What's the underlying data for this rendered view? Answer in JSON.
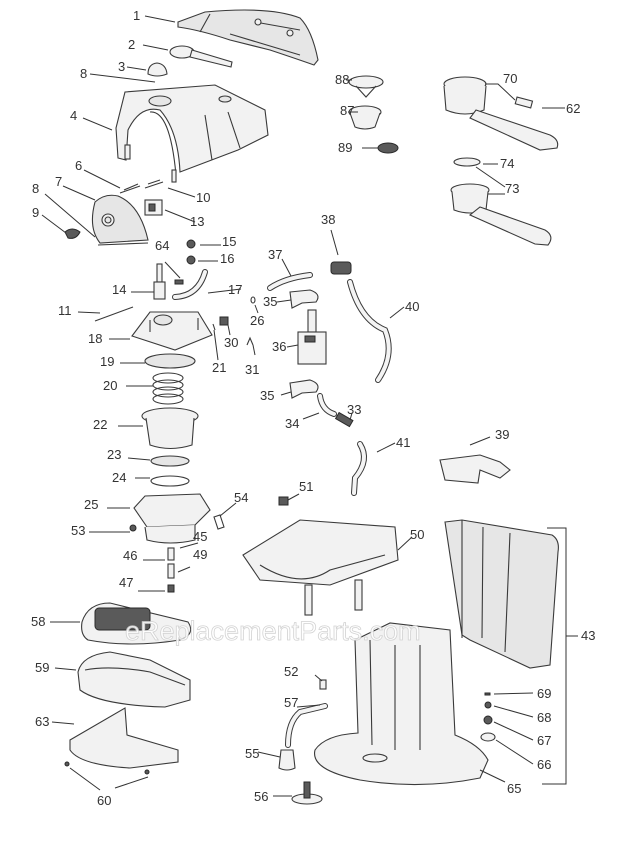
{
  "diagram": {
    "type": "exploded parts diagram",
    "subject": "espresso machine",
    "watermark": "eReplacementParts.com",
    "callouts": [
      {
        "id": "1"
      },
      {
        "id": "2"
      },
      {
        "id": "3"
      },
      {
        "id": "8"
      },
      {
        "id": "4"
      },
      {
        "id": "6"
      },
      {
        "id": "7"
      },
      {
        "id": "8b",
        "label": "8"
      },
      {
        "id": "9"
      },
      {
        "id": "10"
      },
      {
        "id": "13"
      },
      {
        "id": "15"
      },
      {
        "id": "16"
      },
      {
        "id": "64"
      },
      {
        "id": "14"
      },
      {
        "id": "17"
      },
      {
        "id": "11"
      },
      {
        "id": "18"
      },
      {
        "id": "19"
      },
      {
        "id": "20"
      },
      {
        "id": "21"
      },
      {
        "id": "30"
      },
      {
        "id": "26"
      },
      {
        "id": "31"
      },
      {
        "id": "22"
      },
      {
        "id": "23"
      },
      {
        "id": "24"
      },
      {
        "id": "25"
      },
      {
        "id": "53"
      },
      {
        "id": "54"
      },
      {
        "id": "45"
      },
      {
        "id": "46"
      },
      {
        "id": "49"
      },
      {
        "id": "47"
      },
      {
        "id": "58"
      },
      {
        "id": "59"
      },
      {
        "id": "63"
      },
      {
        "id": "60"
      },
      {
        "id": "88"
      },
      {
        "id": "87"
      },
      {
        "id": "89"
      },
      {
        "id": "70"
      },
      {
        "id": "62"
      },
      {
        "id": "74"
      },
      {
        "id": "73"
      },
      {
        "id": "38"
      },
      {
        "id": "37"
      },
      {
        "id": "35"
      },
      {
        "id": "36"
      },
      {
        "id": "35b",
        "label": "35"
      },
      {
        "id": "40"
      },
      {
        "id": "34"
      },
      {
        "id": "33"
      },
      {
        "id": "41"
      },
      {
        "id": "39"
      },
      {
        "id": "51"
      },
      {
        "id": "50"
      },
      {
        "id": "43"
      },
      {
        "id": "52"
      },
      {
        "id": "57"
      },
      {
        "id": "55"
      },
      {
        "id": "56"
      },
      {
        "id": "65"
      },
      {
        "id": "69"
      },
      {
        "id": "68"
      },
      {
        "id": "67"
      },
      {
        "id": "66"
      }
    ],
    "labels": {
      "p1": "1",
      "p2": "2",
      "p3": "3",
      "p8a": "8",
      "p4": "4",
      "p6": "6",
      "p7": "7",
      "p8b": "8",
      "p9": "9",
      "p10": "10",
      "p13": "13",
      "p15": "15",
      "p16": "16",
      "p64": "64",
      "p14": "14",
      "p17": "17",
      "p11": "11",
      "p18": "18",
      "p19": "19",
      "p20": "20",
      "p21": "21",
      "p30": "30",
      "p26": "26",
      "p31": "31",
      "p22": "22",
      "p23": "23",
      "p24": "24",
      "p25": "25",
      "p53": "53",
      "p54": "54",
      "p45": "45",
      "p46": "46",
      "p49": "49",
      "p47": "47",
      "p58": "58",
      "p59": "59",
      "p63": "63",
      "p60": "60",
      "p88": "88",
      "p87": "87",
      "p89": "89",
      "p70": "70",
      "p62": "62",
      "p74": "74",
      "p73": "73",
      "p38": "38",
      "p37": "37",
      "p35a": "35",
      "p36": "36",
      "p35b": "35",
      "p40": "40",
      "p34": "34",
      "p33": "33",
      "p41": "41",
      "p39": "39",
      "p51": "51",
      "p50": "50",
      "p43": "43",
      "p52": "52",
      "p57": "57",
      "p55": "55",
      "p56": "56",
      "p65": "65",
      "p69": "69",
      "p68": "68",
      "p67": "67",
      "p66": "66"
    }
  }
}
